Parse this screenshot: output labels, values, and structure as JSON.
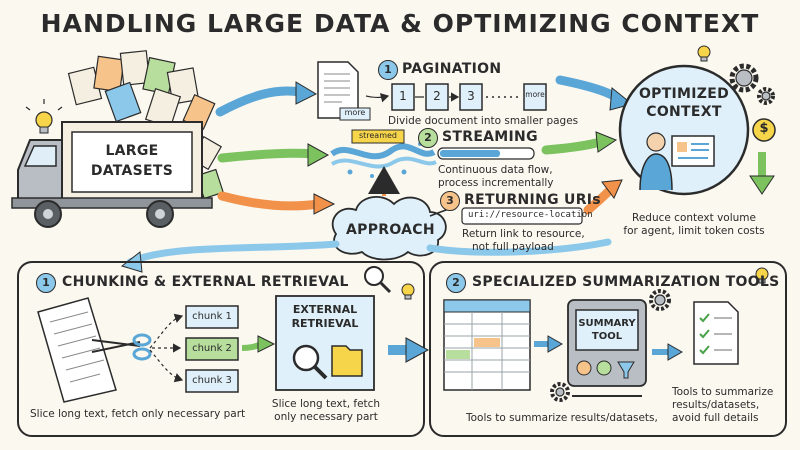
{
  "title": "HANDLING LARGE DATA & OPTIMIZING CONTEXT",
  "truck": {
    "label_line1": "LARGE",
    "label_line2": "DATASETS"
  },
  "approach_label": "APPROACH",
  "pagination": {
    "number": "1",
    "heading": "PAGINATION",
    "doc_more": "more",
    "pages": [
      "1",
      "2",
      "3"
    ],
    "page_more": "more",
    "desc": "Divide document into smaller pages"
  },
  "streaming": {
    "number": "2",
    "heading": "STREAMING",
    "tag": "streamed",
    "desc_line1": "Continuous data flow,",
    "desc_line2": "process incrementally"
  },
  "returning": {
    "number": "3",
    "heading": "RETURNING URIs",
    "uri": "uri://resource-location",
    "desc_line1": "Return link to resource,",
    "desc_line2": "not full payload"
  },
  "optimized": {
    "label_line1": "OPTIMIZED",
    "label_line2": "CONTEXT",
    "dollar": "$",
    "desc_line1": "Reduce context volume",
    "desc_line2": "for agent, limit token costs"
  },
  "chunking": {
    "number": "1",
    "heading": "CHUNKING & EXTERNAL RETRIEVAL",
    "chunks": [
      "chunk 1",
      "chunk 2",
      "chunk 3"
    ],
    "retrieval_line1": "EXTERNAL",
    "retrieval_line2": "RETRIEVAL",
    "desc_left": "Slice long text, fetch only necessary part",
    "desc_mid_line1": "Slice long text, fetch",
    "desc_mid_line2": "only necessary part"
  },
  "summarization": {
    "number": "2",
    "heading": "SPECIALIZED SUMMARIZATION TOOLS",
    "tool_line1": "SUMMARY",
    "tool_line2": "TOOL",
    "desc_bottom": "Tools to summarize results/datasets,",
    "desc_right_line1": "Tools to summarize",
    "desc_right_line2": "results/datasets,",
    "desc_right_line3": "avoid full details"
  },
  "colors": {
    "blue": "#8cc8ea",
    "green": "#b7de9c",
    "orange": "#f6c38a",
    "ink": "#2b2b2b",
    "paper": "#fbf8f0"
  }
}
